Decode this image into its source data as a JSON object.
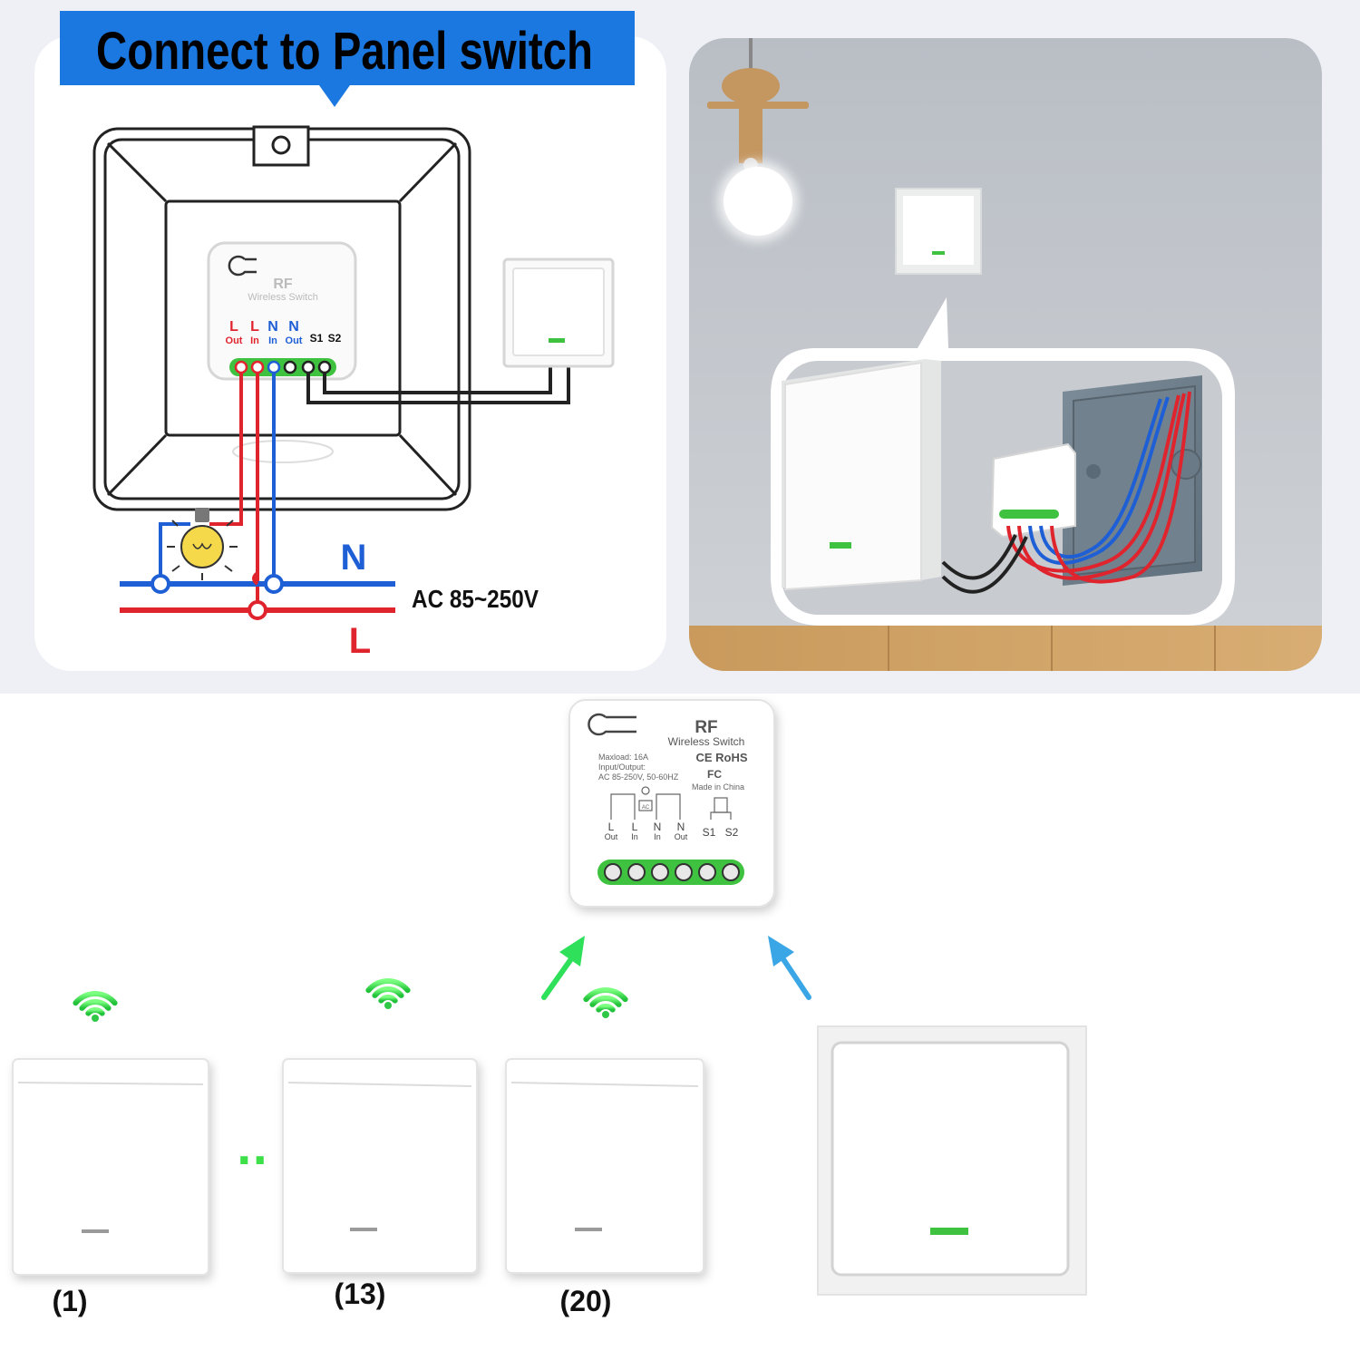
{
  "banner": {
    "title": "Connect to Panel switch"
  },
  "module_small": {
    "brand": "RF",
    "name": "Wireless Switch",
    "terminals": [
      {
        "top": "L",
        "bottom": "Out"
      },
      {
        "top": "L",
        "bottom": "In"
      },
      {
        "top": "N",
        "bottom": "In"
      },
      {
        "top": "N",
        "bottom": "Out"
      }
    ],
    "s1": "S1",
    "s2": "S2"
  },
  "mains": {
    "neutral": "N",
    "line": "L",
    "voltage": "AC 85~250V"
  },
  "module_large": {
    "brand": "RF",
    "name": "Wireless Switch",
    "spec_lines": [
      "Maxload: 16A",
      "Input/Output:",
      "AC 85-250V, 50-60HZ"
    ],
    "cert": "CE RoHS",
    "fc": "FC",
    "origin": "Made in China",
    "ac_mark": "AC",
    "terminals": [
      {
        "top": "L",
        "bottom": "Out"
      },
      {
        "top": "L",
        "bottom": "In"
      },
      {
        "top": "N",
        "bottom": "In"
      },
      {
        "top": "N",
        "bottom": "Out"
      }
    ],
    "s1": "S1",
    "s2": "S2"
  },
  "remotes": [
    {
      "label": "(1)"
    },
    {
      "label": "(13)"
    },
    {
      "label": "(20)"
    }
  ],
  "ellipsis": "..",
  "colors": {
    "banner": "#1a78e0",
    "live": "#e0242e",
    "neutral": "#1f5fd6",
    "terminal": "#3fc23f",
    "wifi": "#3ee04a",
    "arrow_green": "#2ee05a",
    "arrow_blue": "#3aa6e6"
  }
}
